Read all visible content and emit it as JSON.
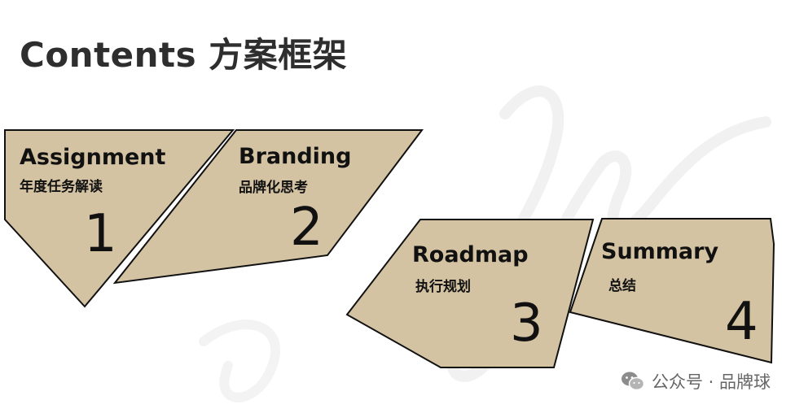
{
  "title": "Contents 方案框架",
  "colors": {
    "card_fill": "#d4c3a3",
    "card_stroke": "#111111",
    "title": "#2e2e2e"
  },
  "cards": [
    {
      "title": "Assignment",
      "subtitle": "年度任务解读",
      "number": "1"
    },
    {
      "title": "Branding",
      "subtitle": "品牌化思考",
      "number": "2"
    },
    {
      "title": "Roadmap",
      "subtitle": "执行规划",
      "number": "3"
    },
    {
      "title": "Summary",
      "subtitle": "总结",
      "number": "4"
    }
  ],
  "watermark": {
    "icon": "wechat-icon",
    "text": "公众号 · 品牌球"
  }
}
